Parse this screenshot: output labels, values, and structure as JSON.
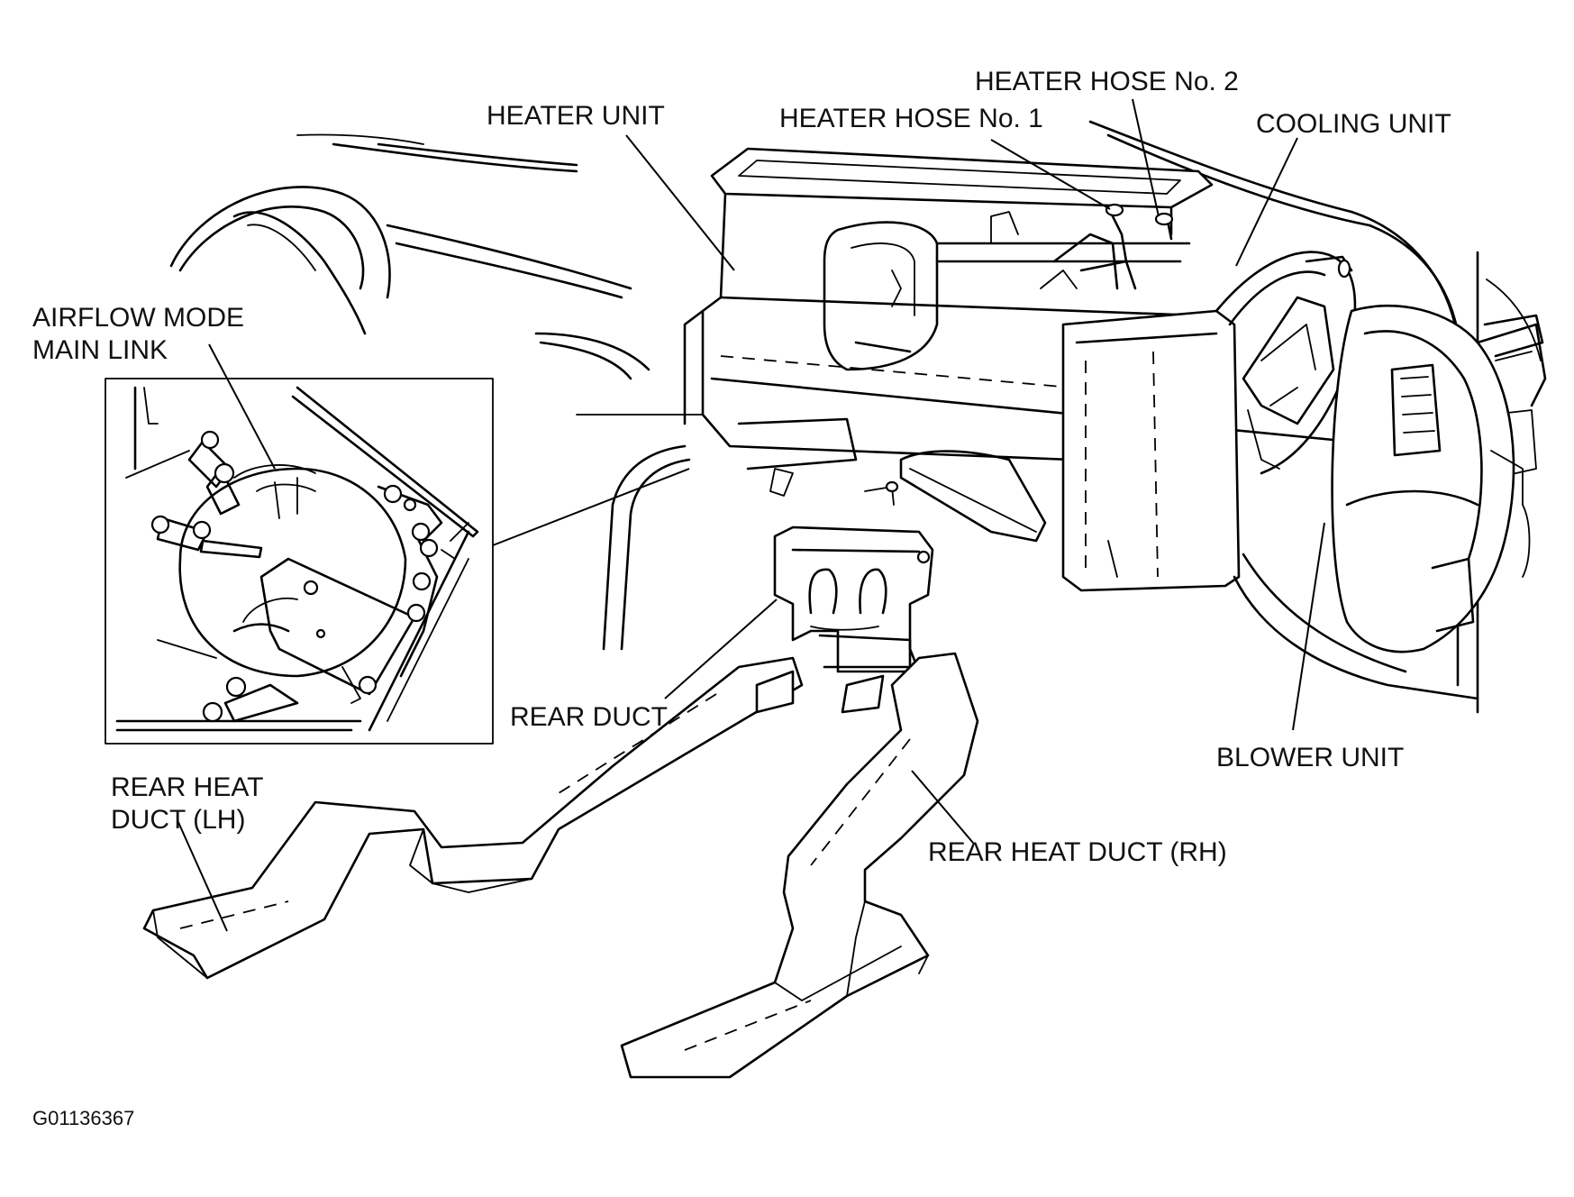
{
  "labels": {
    "heater_unit": "HEATER UNIT",
    "heater_hose_1": "HEATER HOSE No. 1",
    "heater_hose_2": "HEATER HOSE No. 2",
    "cooling_unit": "COOLING UNIT",
    "airflow_mode_line1": "AIRFLOW MODE",
    "airflow_mode_line2": "MAIN LINK",
    "rear_duct": "REAR DUCT",
    "blower_unit": "BLOWER UNIT",
    "rear_heat_duct_lh_line1": "REAR HEAT",
    "rear_heat_duct_lh_line2": "DUCT (LH)",
    "rear_heat_duct_rh": "REAR HEAT DUCT (RH)"
  },
  "figure_code": "G01136367"
}
